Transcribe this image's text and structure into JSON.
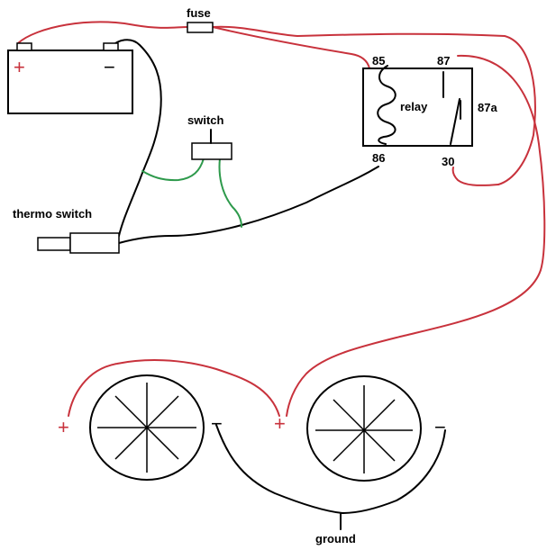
{
  "labels": {
    "fuse": "fuse",
    "switch": "switch",
    "thermo_switch": "thermo switch",
    "relay": "relay",
    "pin_85": "85",
    "pin_87": "87",
    "pin_87a": "87a",
    "pin_86": "86",
    "pin_30": "30",
    "ground": "ground"
  },
  "symbols": {
    "plus": "+",
    "minus": "−"
  },
  "colors": {
    "positive_wire": "#c8323c",
    "negative_wire": "#000000",
    "switch_wire": "#2e9a4c"
  }
}
